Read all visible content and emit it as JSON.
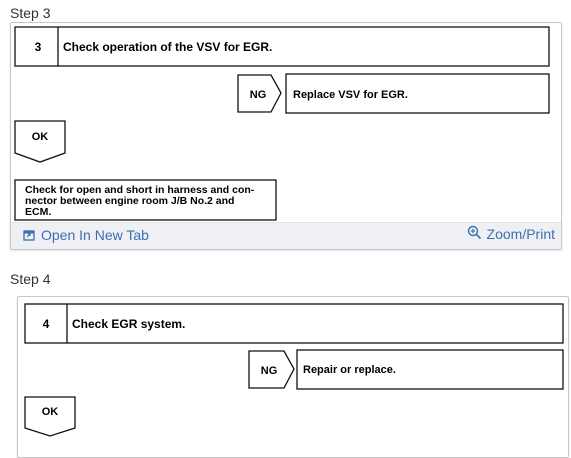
{
  "steps": [
    {
      "label": "Step 3",
      "number": "3",
      "title": "Check operation of the VSV for EGR.",
      "ng_label": "NG",
      "ng_action": "Replace VSV for EGR.",
      "ok_label": "OK",
      "next_lines": [
        "Check for open and short in harness and con-",
        "nector between engine room J/B No.2 and",
        "ECM."
      ]
    },
    {
      "label": "Step 4",
      "number": "4",
      "title": "Check EGR system.",
      "ng_label": "NG",
      "ng_action": "Repair or replace.",
      "ok_label": "OK"
    }
  ],
  "toolbar": {
    "open_new_tab": "Open In New Tab",
    "zoom_print": "Zoom/Print",
    "open_icon": "open-in-new-tab-icon",
    "zoom_icon": "zoom-in-icon"
  },
  "colors": {
    "link": "#3a6fb3",
    "toolbar_bg": "#eef0f3",
    "diagram_line": "#111111"
  }
}
